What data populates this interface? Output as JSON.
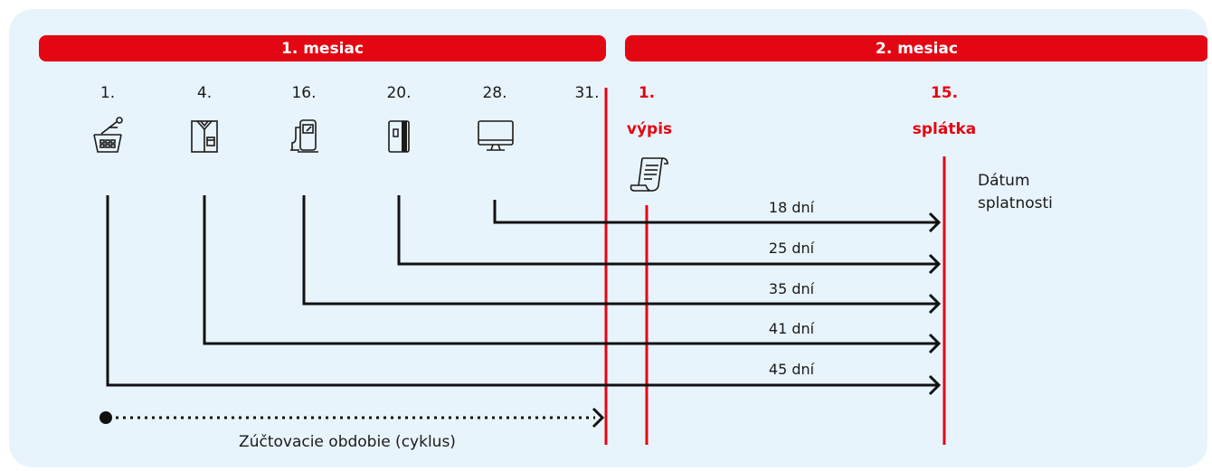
{
  "header": {
    "month1": "1. mesiac",
    "month2": "2. mesiac"
  },
  "days": [
    {
      "label": "1.",
      "icon": "shopping-basket-icon"
    },
    {
      "label": "4.",
      "icon": "shirt-icon"
    },
    {
      "label": "16.",
      "icon": "fuel-pump-icon"
    },
    {
      "label": "20.",
      "icon": "payment-card-icon"
    },
    {
      "label": "28.",
      "icon": "computer-monitor-icon"
    },
    {
      "label": "31.",
      "icon": ""
    }
  ],
  "statement": {
    "day": "1.",
    "label": "výpis",
    "icon": "receipt-scroll-icon"
  },
  "repayment": {
    "day": "15.",
    "label": "splátka"
  },
  "due_date": {
    "line1": "Dátum",
    "line2": "splatnosti"
  },
  "intervals": [
    "18 dní",
    "25 dní",
    "35 dní",
    "41 dní",
    "45 dní"
  ],
  "billing_period": "Zúčtovacie obdobie (cyklus)",
  "colors": {
    "accent": "#e30613",
    "background": "#e8f4fb",
    "line": "#111111"
  }
}
